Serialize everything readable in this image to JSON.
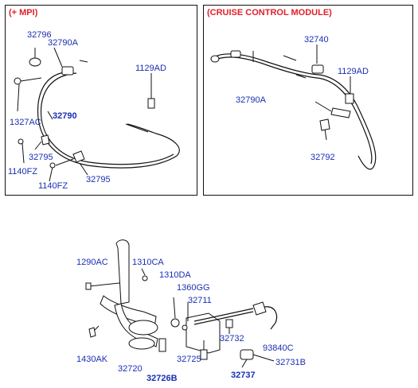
{
  "panels": {
    "mpi": {
      "title": "(+ MPI)"
    },
    "cruise": {
      "title": "(CRUISE CONTROL MODULE)"
    }
  },
  "labels": {
    "mpi": [
      "32796",
      "32790A",
      "1129AD",
      "1327AC",
      "32790",
      "32795",
      "1140FZ",
      "1140FZ",
      "32795"
    ],
    "cruise": [
      "32740",
      "32790A",
      "1129AD",
      "32792"
    ],
    "pedal": [
      "1290AC",
      "1310CA",
      "1310DA",
      "1360GG",
      "32711",
      "32732",
      "93840C",
      "1430AK",
      "32720",
      "32726B",
      "32725",
      "32737",
      "32731B"
    ]
  },
  "colors": {
    "title": "#e0202b",
    "label": "#1a2fb5",
    "line": "#111111"
  }
}
